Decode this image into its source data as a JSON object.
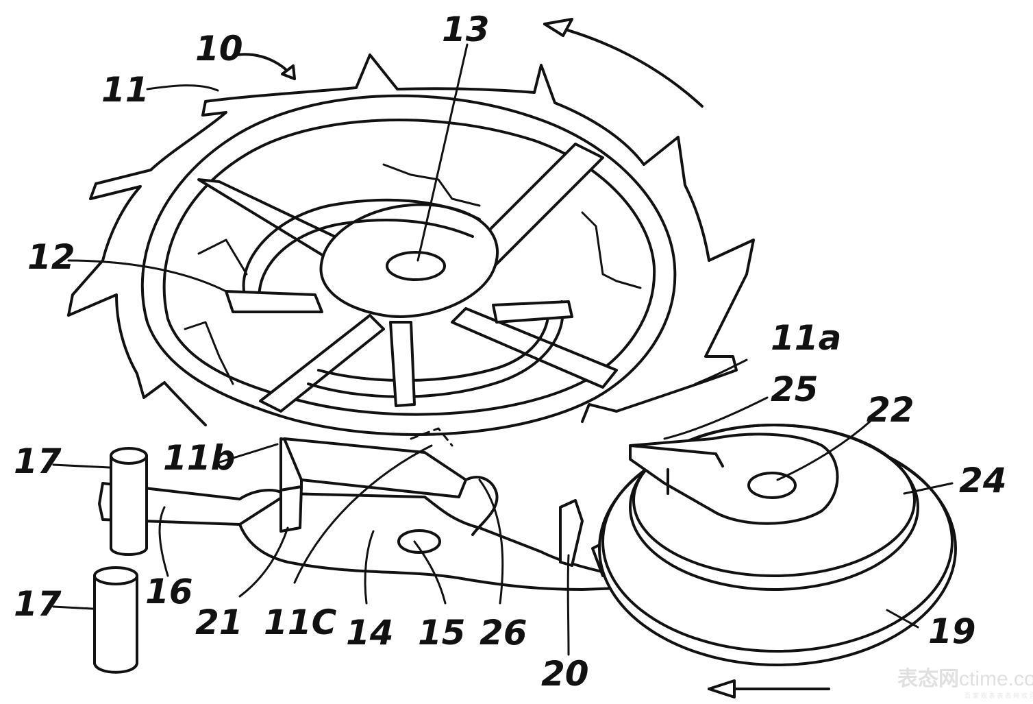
{
  "figure": {
    "labels": {
      "l10": "10",
      "l11": "11",
      "l11a": "11a",
      "l11b": "11b",
      "l11c": "11C",
      "l12": "12",
      "l13": "13",
      "l14": "14",
      "l15": "15",
      "l16": "16",
      "l17a": "17",
      "l17b": "17",
      "l19": "19",
      "l20": "20",
      "l21": "21",
      "l22": "22",
      "l24": "24",
      "l25": "25",
      "l26": "26"
    }
  },
  "watermark": {
    "cn": "表态网",
    "en": "ctime.com",
    "sub": "百 家 观 表 表 态 网 欢 迎 你"
  },
  "colors": {
    "line": "#111111",
    "background": "#ffffff",
    "watermark": "#e0e0e0"
  }
}
